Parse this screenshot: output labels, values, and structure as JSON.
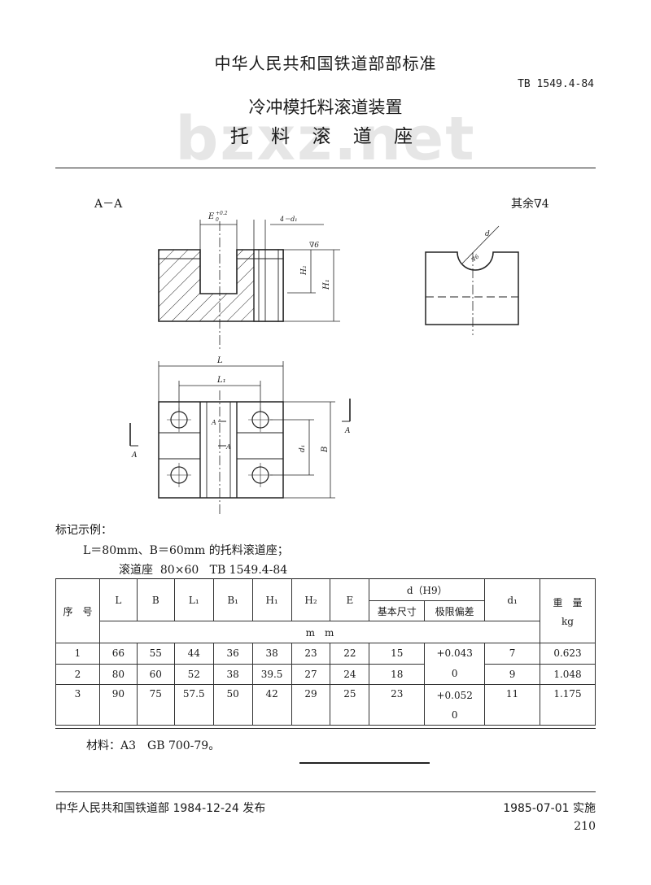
{
  "header": {
    "org": "中华人民共和国铁道部部标准",
    "standard_no": "TB 1549.4-84",
    "title": "冷冲模托料滚道装置",
    "subtitle": "托 料 滚 道 座",
    "watermark": "bzxz.net"
  },
  "drawing": {
    "section_label": "A－A",
    "roughness_note": "其余∇4",
    "dims": {
      "E": "E",
      "E_tol_upper": "+0.2",
      "E_tol_lower": "0",
      "hole_spec": "4－d₁",
      "surface_mark": "∇6",
      "H2": "H₂",
      "H1": "H₁",
      "L": "L",
      "L1": "L₁",
      "d1": "d₁",
      "B": "B",
      "d": "d",
      "arc_mark": "∇6",
      "A": "A"
    }
  },
  "example": {
    "label": "标记示例：",
    "line1": "L＝80mm、B＝60mm 的托料滚道座；",
    "line2": "滚道座  80×60   TB 1549.4-84"
  },
  "table": {
    "seq_header": "序　号",
    "columns": [
      "L",
      "B",
      "L₁",
      "B₁",
      "H₁",
      "H₂",
      "E"
    ],
    "d_header": "d（H9）",
    "d_sub": [
      "基本尺寸",
      "极限偏差"
    ],
    "d1_header": "d₁",
    "weight_header": "重　量",
    "weight_unit": "kg",
    "unit": "m　m",
    "rows": [
      {
        "seq": "1",
        "L": "66",
        "B": "55",
        "L1": "44",
        "B1": "36",
        "H1": "38",
        "H2": "23",
        "E": "22",
        "d": "15",
        "d1": "7",
        "weight": "0.623"
      },
      {
        "seq": "2",
        "L": "80",
        "B": "60",
        "L1": "52",
        "B1": "38",
        "H1": "39.5",
        "H2": "27",
        "E": "24",
        "d": "18",
        "d1": "9",
        "weight": "1.048"
      },
      {
        "seq": "3",
        "L": "90",
        "B": "75",
        "L1": "57.5",
        "B1": "50",
        "H1": "42",
        "H2": "29",
        "E": "25",
        "d": "23",
        "d1": "11",
        "weight": "1.175"
      }
    ],
    "tol_group1_upper": "+0.043",
    "tol_group1_lower": "0",
    "tol_group2_upper": "+0.052",
    "tol_group2_lower": "0"
  },
  "material": "材料：A3　GB 700-79。",
  "footer": {
    "issuer": "中华人民共和国铁道部 1984-12-24 发布",
    "effective": "1985-07-01 实施",
    "page": "210"
  }
}
